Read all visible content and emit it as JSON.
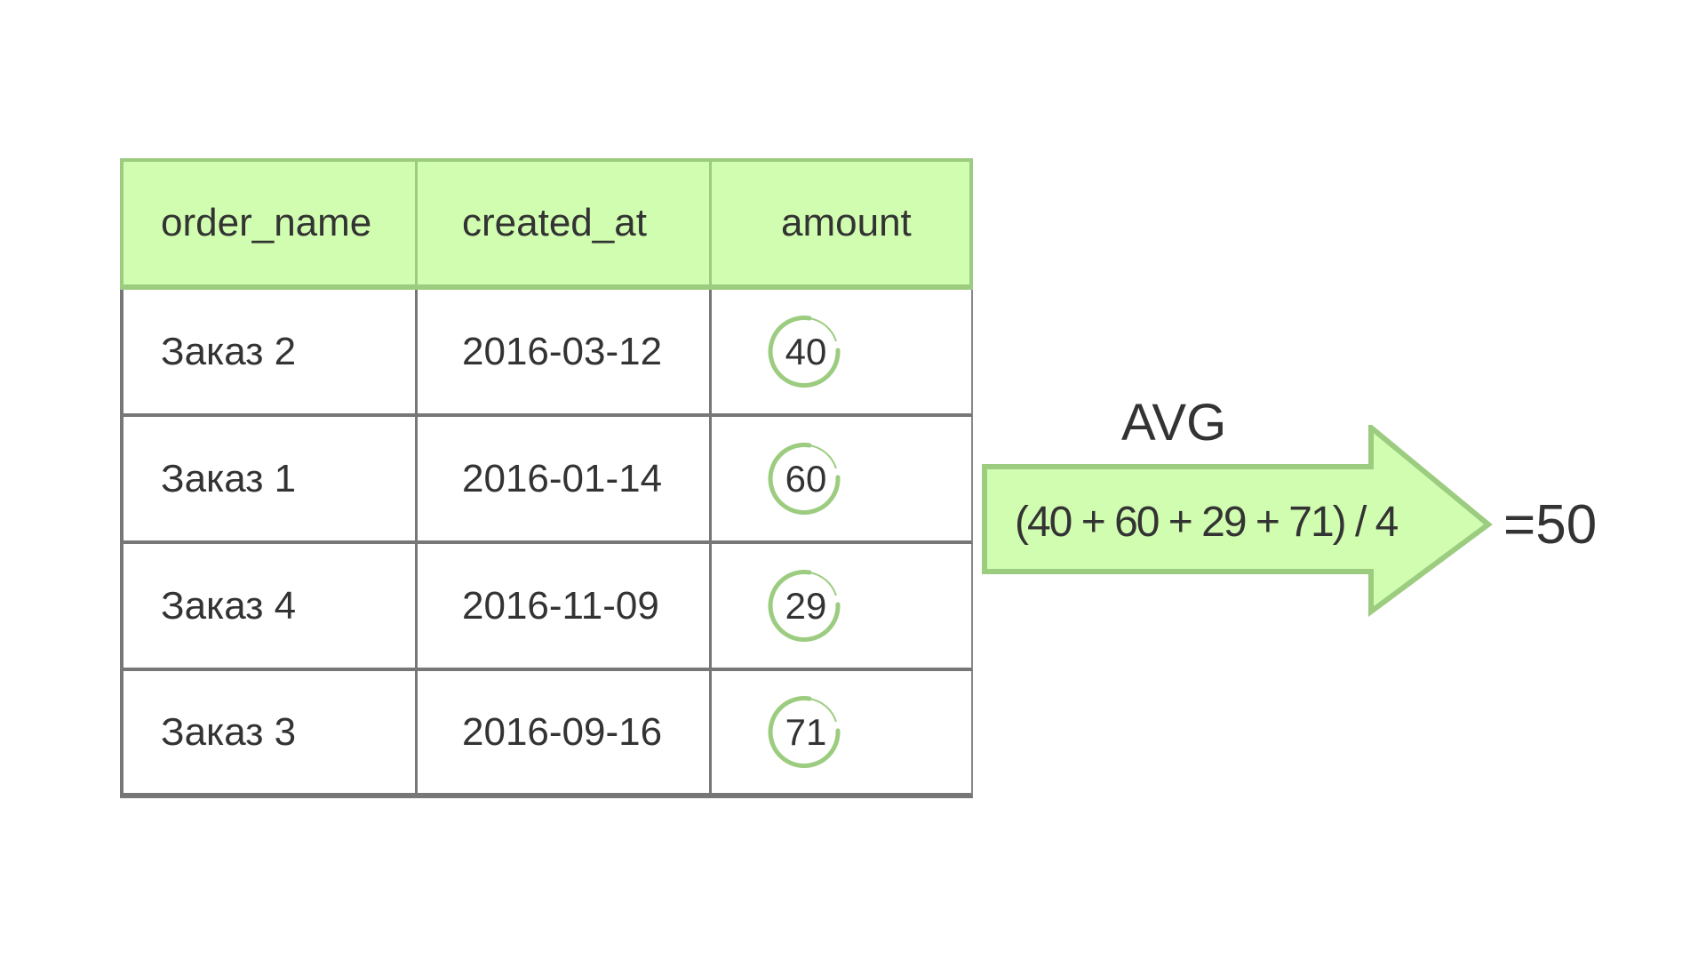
{
  "table": {
    "columns": [
      "order_name",
      "created_at",
      "amount"
    ],
    "rows": [
      {
        "order_name": "Заказ 2",
        "created_at": "2016-03-12",
        "amount": "40"
      },
      {
        "order_name": "Заказ 1",
        "created_at": "2016-01-14",
        "amount": "60"
      },
      {
        "order_name": "Заказ 4",
        "created_at": "2016-11-09",
        "amount": "29"
      },
      {
        "order_name": "Заказ 3",
        "created_at": "2016-09-16",
        "amount": "71"
      }
    ]
  },
  "aggregation": {
    "function_label": "AVG",
    "formula": "(40 + 60 + 29 + 71) / 4",
    "result": "=50"
  },
  "colors": {
    "header_fill": "#d0fdb0",
    "header_border": "#9ccc80",
    "grid_border": "#777777",
    "highlight_ring": "#9ccc80",
    "arrow_fill": "#d0fdb0",
    "arrow_border": "#9ccc80",
    "text": "#333333"
  }
}
